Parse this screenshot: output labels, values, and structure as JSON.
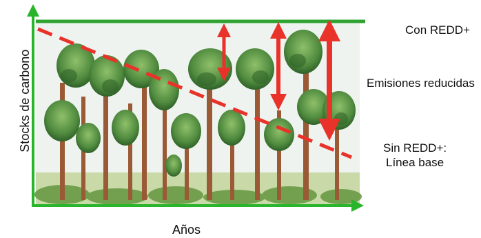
{
  "diagram": {
    "y_axis_label": "Stocks de carbono",
    "x_axis_label": "Años",
    "with_redd_label": "Con REDD+",
    "reduced_emissions_label": "Emisiones reducidas",
    "without_redd_label_line1": "Sin REDD+:",
    "without_redd_label_line2": "Línea base"
  },
  "colors": {
    "axis": "#28b52b",
    "with_redd_line": "#2fa332",
    "baseline": "#e8322a",
    "arrows": "#e8322a",
    "sky": "#e9f0ec",
    "foliage_dark": "#3f7a35",
    "foliage_light": "#77ad55",
    "trunk": "#9a5a36"
  },
  "icons": [
    "forest-illustration",
    "double-arrow-icon"
  ]
}
